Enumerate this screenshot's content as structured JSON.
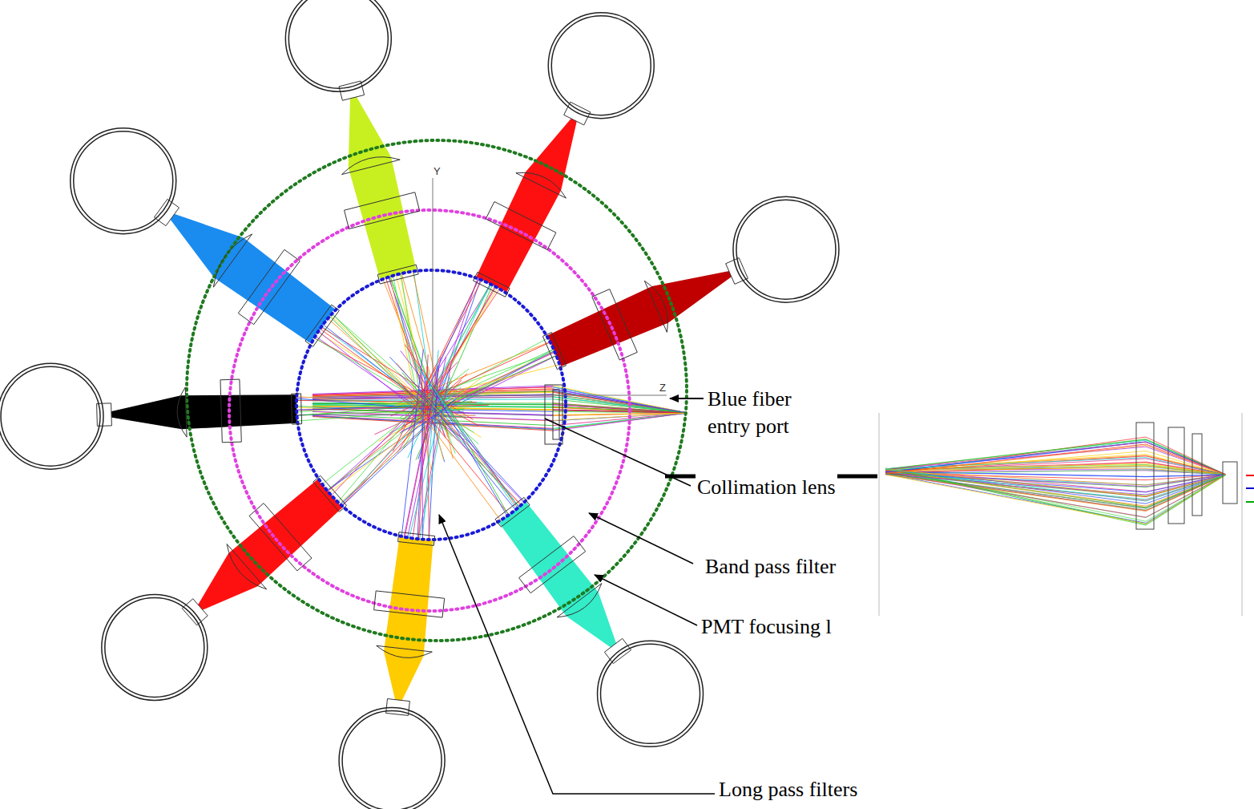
{
  "diagram": {
    "labels": [
      "Y",
      "Z",
      "Blue fiber entry port",
      "Collimation lens",
      "Band pass filter",
      "PMT focusing l",
      "Long pass filters"
    ]
  }
}
